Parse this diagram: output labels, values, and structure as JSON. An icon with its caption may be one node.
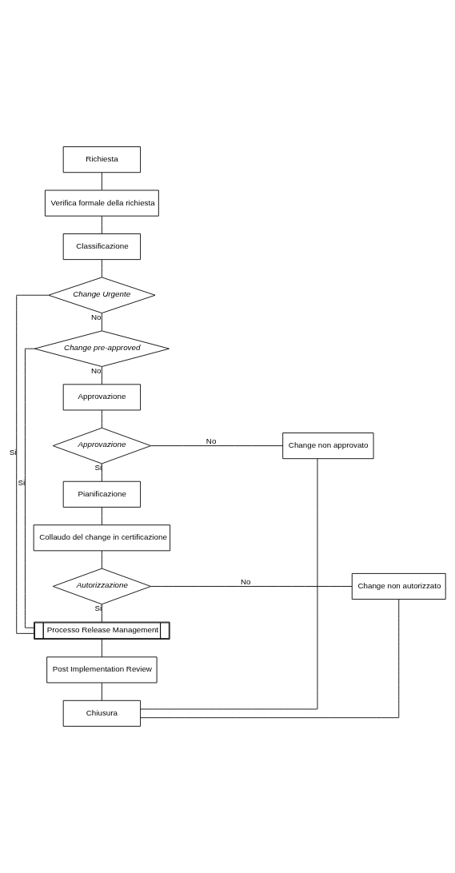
{
  "diagram": {
    "nodes": [
      {
        "text": [
          "Richiesta"
        ]
      },
      {
        "text": [
          "Verifica formale della richiesta"
        ]
      },
      {
        "text": [
          "Classificazione"
        ]
      },
      {
        "text": [
          "Change Urgente"
        ]
      },
      {
        "text": [
          "Change pre-approved"
        ]
      },
      {
        "text": [
          "Approvazione"
        ]
      },
      {
        "text": [
          "Approvazione"
        ]
      },
      {
        "text": [
          "Change non approvato"
        ]
      },
      {
        "text": [
          "Pianificazione"
        ]
      },
      {
        "text": [
          "Collaudo del change in certificazione"
        ]
      },
      {
        "text": [
          "Autorizzazione"
        ]
      },
      {
        "text": [
          "Change non autorizzato"
        ]
      },
      {
        "text": [
          "Processo Release Management"
        ]
      },
      {
        "text": [
          "Post Implementation Review"
        ]
      },
      {
        "text": [
          "Chiusura"
        ]
      }
    ],
    "edges": [
      {
        "from": 0,
        "to": 1,
        "arrow": "none"
      },
      {
        "from": 1,
        "to": 2,
        "arrow": "none"
      },
      {
        "from": 2,
        "to": 3,
        "arrow": "none"
      },
      {
        "from": 3,
        "to": 12,
        "arrow": "none",
        "label": "Si"
      },
      {
        "from": 3,
        "to": 4,
        "arrow": "none",
        "label": "No"
      },
      {
        "from": 4,
        "to": 12,
        "arrow": "none",
        "label": "Si"
      },
      {
        "from": 4,
        "to": 5,
        "arrow": "none",
        "label": "No"
      },
      {
        "from": 5,
        "to": 6,
        "arrow": "none"
      },
      {
        "from": 6,
        "to": 7,
        "arrow": "none",
        "label": "No"
      },
      {
        "from": 6,
        "to": 8,
        "arrow": "none",
        "label": "Si"
      },
      {
        "from": 8,
        "to": 9,
        "arrow": "none"
      },
      {
        "from": 9,
        "to": 10,
        "arrow": "none"
      },
      {
        "from": 10,
        "to": 11,
        "arrow": "none",
        "label": "No"
      },
      {
        "from": 10,
        "to": 12,
        "arrow": "none",
        "label": "Si"
      },
      {
        "from": 12,
        "to": 13,
        "arrow": "none"
      },
      {
        "from": 13,
        "to": 14,
        "arrow": "none"
      },
      {
        "from": 7,
        "to": 14,
        "arrow": "none"
      },
      {
        "from": 11,
        "to": 14,
        "arrow": "none"
      }
    ]
  }
}
